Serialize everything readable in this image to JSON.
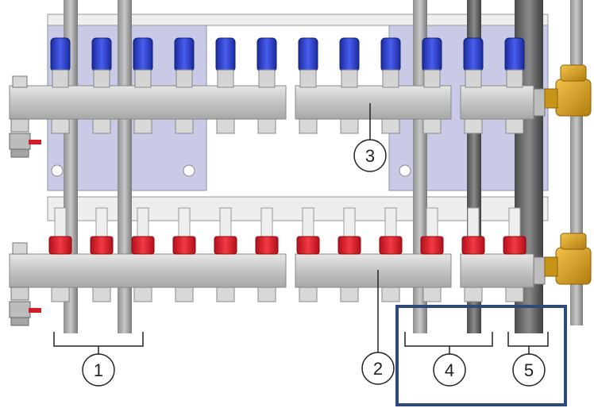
{
  "callouts": [
    {
      "id": "1",
      "label": "1"
    },
    {
      "id": "2",
      "label": "2"
    },
    {
      "id": "3",
      "label": "3"
    },
    {
      "id": "4",
      "label": "4"
    },
    {
      "id": "5",
      "label": "5"
    }
  ],
  "colors": {
    "valve_blue": "#2d3fd0",
    "valve_red": "#e0202a",
    "manifold_gray": "#c8c8c8",
    "brass": "#d9a21b",
    "highlight_border": "#2f4a7a",
    "backplate": "#c9cbe6"
  },
  "manifold": {
    "top_row": {
      "valve_count": 12,
      "cap_color": "blue"
    },
    "bottom_row": {
      "valve_count": 12,
      "cap_color": "red"
    }
  }
}
